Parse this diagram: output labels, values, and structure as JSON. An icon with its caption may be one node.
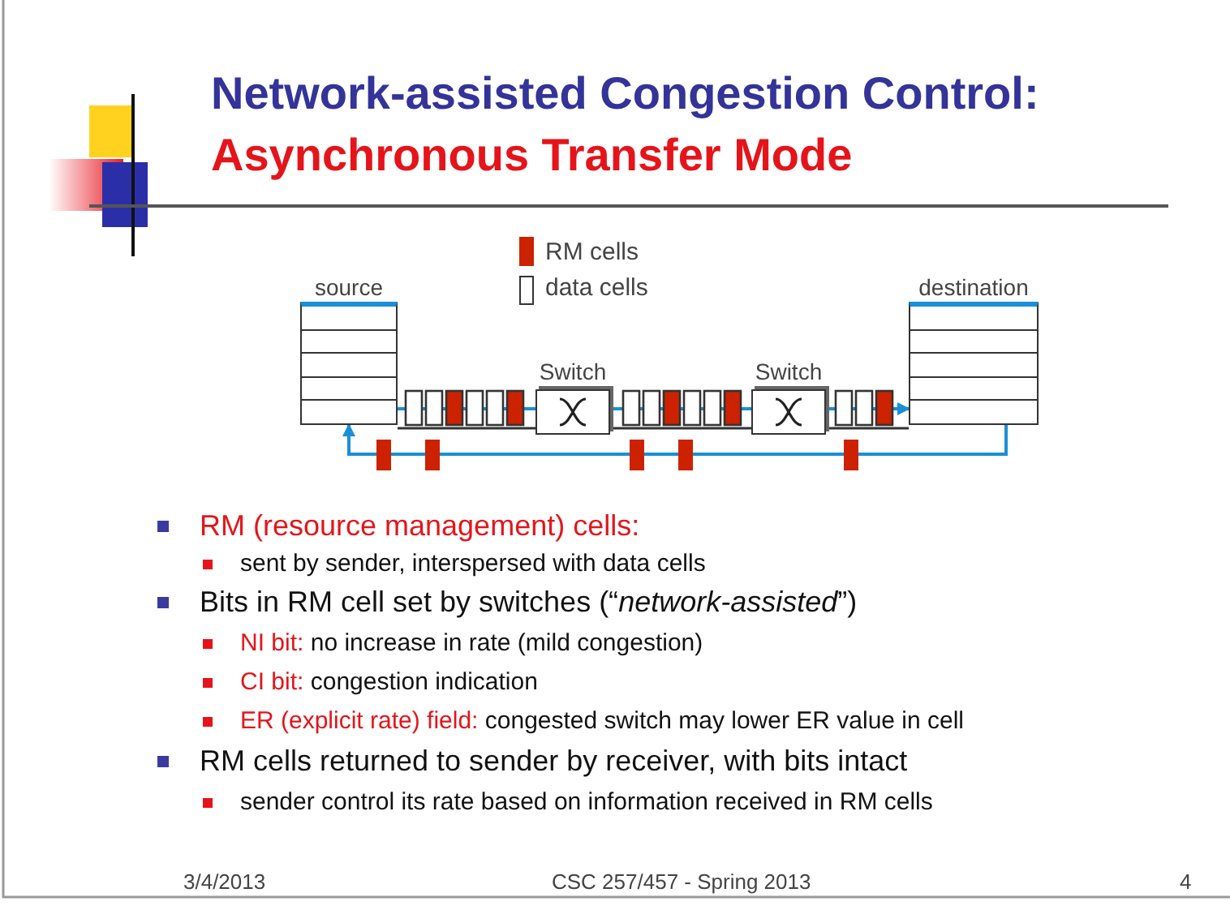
{
  "diagram": {
    "title": "Network-assisted Congestion Control:",
    "nodes": [
      {
        "text": [
          "source"
        ]
      },
      {
        "text": [
          "Switch"
        ]
      },
      {
        "text": [
          "Switch"
        ]
      },
      {
        "text": [
          "destination"
        ]
      }
    ],
    "edges": [
      {
        "from": 0,
        "to": 1,
        "arrow": "none"
      },
      {
        "from": 1,
        "to": 2,
        "arrow": "none"
      },
      {
        "from": 2,
        "to": 3,
        "arrow": "to"
      },
      {
        "from": 3,
        "to": 0,
        "arrow": "to"
      },
      {
        "from": 0,
        "to": 1,
        "arrow": "none",
        "color": "#333333"
      },
      {
        "from": 1,
        "to": 2,
        "arrow": "none",
        "color": "#333333"
      },
      {
        "from": 2,
        "to": 3,
        "arrow": "none",
        "color": "#333333"
      }
    ],
    "labels": [
      "Asynchronous Transfer Mode",
      "RM (resource management) cells:",
      "sent by sender, interspersed with data cells",
      "Bits in RM cell set by switches (“*network-assisted*”)",
      "NI bit:",
      "no increase in rate (mild congestion)",
      "CI bit:",
      "congestion indication",
      "ER (explicit rate) field:",
      "congested switch may lower ER value in cell",
      "RM cells returned to sender by receiver, with bits intact",
      "sender control its rate based on information received in RM cells",
      "3/4/2013",
      "CSC 257/457 - Spring 2013",
      "4"
    ],
    "legend": [
      {
        "text": "RM cells",
        "color": "#cc2200"
      },
      {
        "text": "data cells"
      }
    ]
  }
}
